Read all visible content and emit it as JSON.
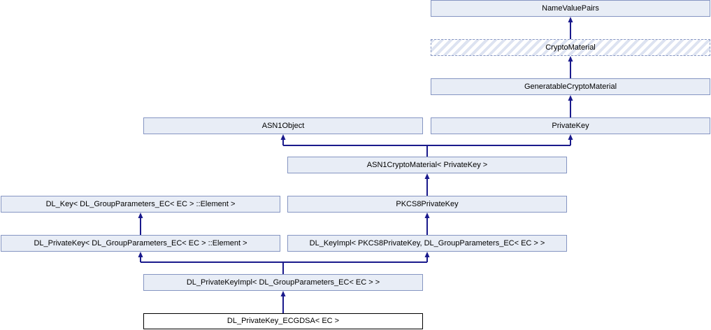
{
  "nodes": [
    {
      "id": "NameValuePairs",
      "label": "NameValuePairs"
    },
    {
      "id": "CryptoMaterial",
      "label": "CryptoMaterial"
    },
    {
      "id": "GeneratableCryptoMaterial",
      "label": "GeneratableCryptoMaterial"
    },
    {
      "id": "ASN1Object",
      "label": "ASN1Object"
    },
    {
      "id": "PrivateKey",
      "label": "PrivateKey"
    },
    {
      "id": "ASN1CryptoMaterial",
      "label": "ASN1CryptoMaterial< PrivateKey >"
    },
    {
      "id": "DL_Key",
      "label": "DL_Key< DL_GroupParameters_EC< EC > ::Element >"
    },
    {
      "id": "PKCS8PrivateKey",
      "label": "PKCS8PrivateKey"
    },
    {
      "id": "DL_PrivateKey",
      "label": "DL_PrivateKey< DL_GroupParameters_EC< EC > ::Element >"
    },
    {
      "id": "DL_KeyImpl",
      "label": "DL_KeyImpl< PKCS8PrivateKey, DL_GroupParameters_EC< EC > >"
    },
    {
      "id": "DL_PrivateKeyImpl",
      "label": "DL_PrivateKeyImpl< DL_GroupParameters_EC< EC > >"
    },
    {
      "id": "DL_PrivateKey_ECGDSA",
      "label": "DL_PrivateKey_ECGDSA< EC >"
    }
  ],
  "colors": {
    "node_fill": "#e8edf6",
    "node_border": "#8595c2",
    "edge": "#1a1a8c",
    "hatch_stripe": "#dde3f1",
    "current_border": "#000000",
    "current_fill": "#ffffff",
    "background": "#ffffff",
    "text": "#000000"
  }
}
